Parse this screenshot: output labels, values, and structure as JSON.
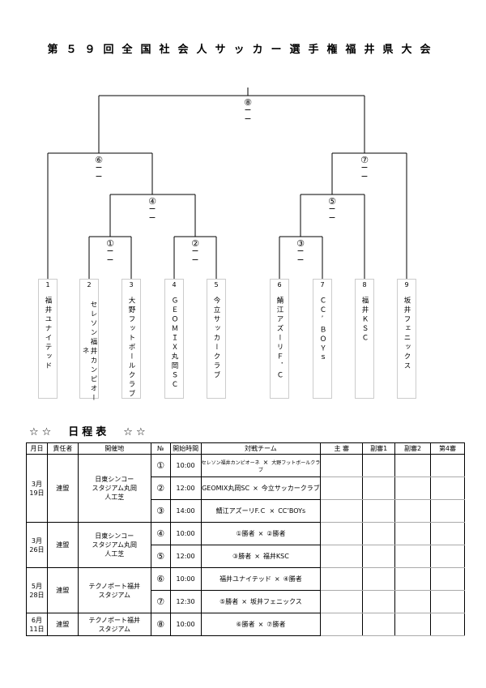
{
  "title": "第５９回全国社会人サッカー選手権福井県大会",
  "match_labels": {
    "m1": "①",
    "m2": "②",
    "m3": "③",
    "m4": "④",
    "m5": "⑤",
    "m6": "⑥",
    "m7": "⑦",
    "m8": "⑧"
  },
  "dash": "−",
  "teams": [
    {
      "num": "1",
      "name": "福井ユナイテッド"
    },
    {
      "num": "2",
      "name": "セレソン福井カンピオーネ"
    },
    {
      "num": "3",
      "name": "大野フットボールクラブ"
    },
    {
      "num": "4",
      "name": "ＧＥＯＭＩＸ丸岡ＳＣ"
    },
    {
      "num": "5",
      "name": "今立サッカークラブ"
    },
    {
      "num": "6",
      "name": "鯖江アズーリＦ．Ｃ"
    },
    {
      "num": "7",
      "name": "ＣＣ’ＢＯＹｓ"
    },
    {
      "num": "8",
      "name": "福井ＫＳＣ"
    },
    {
      "num": "9",
      "name": "坂井フェニックス"
    }
  ],
  "schedule_title": "☆☆　日程表　☆☆",
  "table_headers": {
    "date": "月日",
    "resp": "責任者",
    "venue": "開催地",
    "no": "№",
    "time": "開始時間",
    "teams": "対戦チーム",
    "referee": "主 審",
    "asst1": "副審1",
    "asst2": "副審2",
    "fourth": "第4審"
  },
  "days": [
    {
      "date": "3月\n19日",
      "resp": "連盟",
      "venue": "日東シンコー\nスタジアム丸岡\n人工芝",
      "matches": [
        {
          "no": "①",
          "time": "10:00",
          "home": "セレソン福井カンピオーネ",
          "vs": "×",
          "away": "大野フットボールクラブ"
        },
        {
          "no": "②",
          "time": "12:00",
          "home": "GEOMIX丸岡SC",
          "vs": "×",
          "away": "今立サッカークラブ"
        },
        {
          "no": "③",
          "time": "14:00",
          "home": "鯖江アズーリF.Ｃ",
          "vs": "×",
          "away": "CC’BOYs"
        }
      ]
    },
    {
      "date": "3月\n26日",
      "resp": "連盟",
      "venue": "日東シンコー\nスタジアム丸岡\n人工芝",
      "matches": [
        {
          "no": "④",
          "time": "10:00",
          "home": "①勝者",
          "vs": "×",
          "away": "②勝者"
        },
        {
          "no": "⑤",
          "time": "12:00",
          "home": "③勝者",
          "vs": "×",
          "away": "福井KSC"
        }
      ]
    },
    {
      "date": "5月\n28日",
      "resp": "連盟",
      "venue": "テクノポート福井\nスタジアム",
      "matches": [
        {
          "no": "⑥",
          "time": "10:00",
          "home": "福井ユナイテッド",
          "vs": "×",
          "away": "④勝者"
        },
        {
          "no": "⑦",
          "time": "12:30",
          "home": "⑤勝者",
          "vs": "×",
          "away": "坂井フェニックス"
        }
      ]
    },
    {
      "date": "6月\n11日",
      "resp": "連盟",
      "venue": "テクノポート福井\nスタジアム",
      "matches": [
        {
          "no": "⑧",
          "time": "10:00",
          "home": "⑥勝者",
          "vs": "×",
          "away": "⑦勝者"
        }
      ]
    }
  ]
}
